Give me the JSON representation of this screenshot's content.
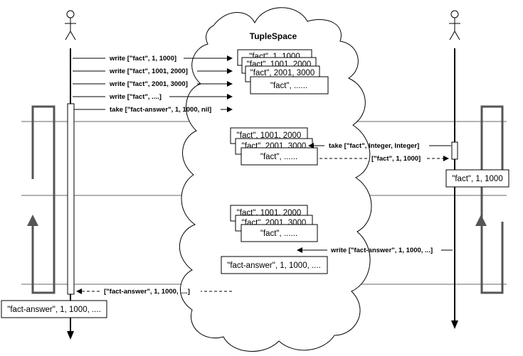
{
  "title": "TupleSpace",
  "left_writes": [
    "write [\"fact\", 1, 1000]",
    "write [\"fact\", 1001, 2000]",
    "write [\"fact\", 2001, 3000]",
    "write [\"fact\", ....]",
    "take [\"fact-answer\", 1, 1000, nil]"
  ],
  "stack1": [
    "\"fact\", 1, 1000",
    "\"fact\", 1001, 2000",
    "\"fact\", 2001, 3000",
    "\"fact\", ......"
  ],
  "stack2": [
    "\"fact\", 1001, 2000",
    "\"fact\", 2001, 3000",
    "\"fact\", ......"
  ],
  "stack3": [
    "\"fact\", 1001, 2000",
    "\"fact\", 2001, 3000",
    "\"fact\", ......"
  ],
  "right_take": "take [\"fact\", Integer, Integer]",
  "right_result": "[\"fact\", 1, 1000]",
  "right_box": "\"fact\", 1, 1000",
  "right_write": "write [\"fact-answer\", 1, 1000, ...]",
  "answer_box": "\"fact-answer\", 1, 1000, ....",
  "left_result": "[\"fact-answer\", 1, 1000, ....]",
  "left_box": "\"fact-answer\", 1, 1000, ...."
}
